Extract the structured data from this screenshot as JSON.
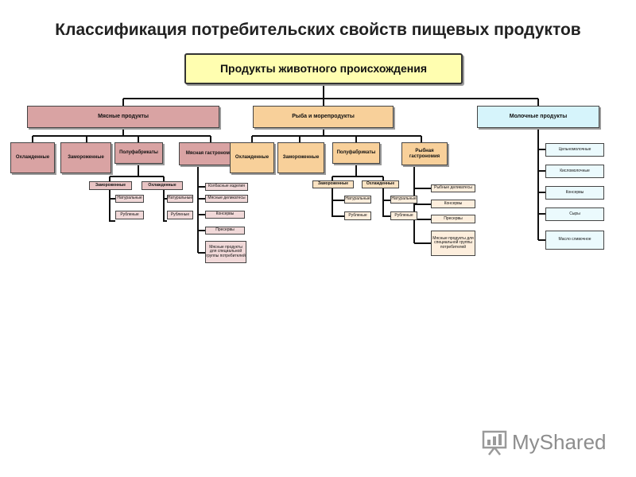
{
  "title": "Классификация потребительских свойств пищевых продуктов",
  "root": "Продукты животного происхождения",
  "meat": {
    "label": "Мясные продукты",
    "chilled": "Охлажденные",
    "frozen": "Замороженные",
    "semi": "Полуфабрикаты",
    "semi_frozen": "Замороженные",
    "semi_chilled": "Охлажденные",
    "natural": "Натуральные",
    "chopped": "Рубленые",
    "deli": "Мясная гастрономия",
    "deli_items": [
      "Колбасные изделия",
      "Мясные деликатесы",
      "Консервы",
      "Пресервы",
      "Мясные продукты для специальной группы потребителей"
    ]
  },
  "fish": {
    "label": "Рыба и морепродукты",
    "chilled": "Охлажденные",
    "frozen": "Замороженные",
    "semi": "Полуфабрикаты",
    "semi_frozen": "Замороженные",
    "semi_chilled": "Охлажденные",
    "natural": "Натуральные",
    "chopped": "Рубленые",
    "deli": "Рыбная гастрономия",
    "deli_items": [
      "Рыбные деликатесы",
      "Консервы",
      "Пресервы",
      "Мясные продукты для специальной группы потребителей"
    ]
  },
  "dairy": {
    "label": "Молочные продукты",
    "items": [
      "Цельномолочные",
      "Кисломолочные",
      "Консервы",
      "Сыры",
      "Масло сливочное"
    ]
  },
  "watermark": "MyShared"
}
